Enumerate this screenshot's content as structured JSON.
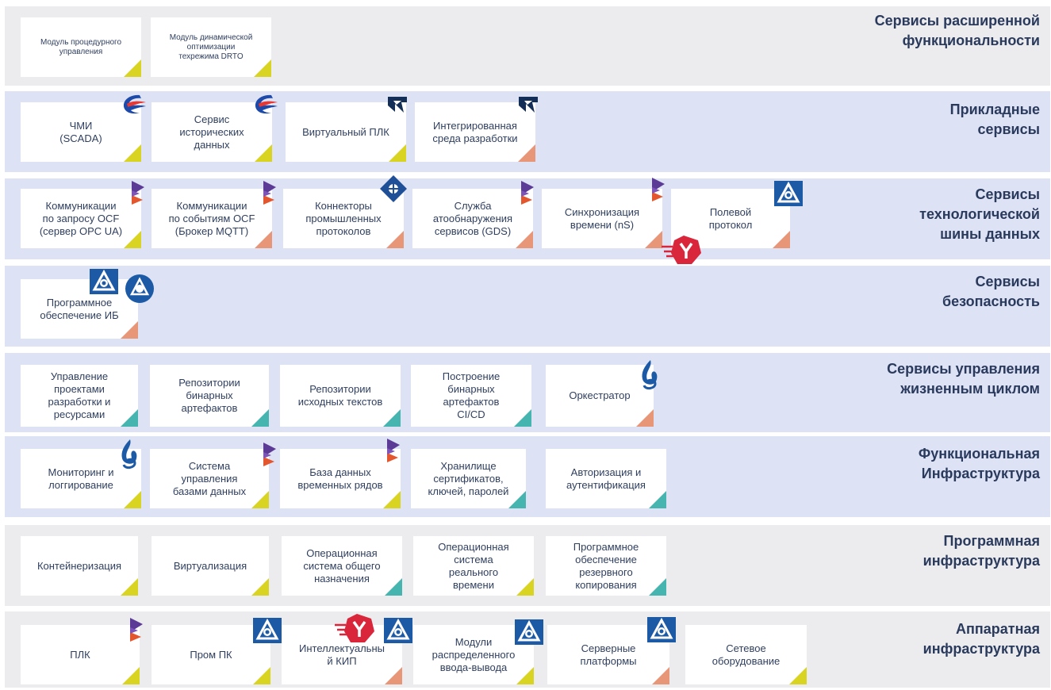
{
  "colors": {
    "accent_yellow": "#d9d321",
    "accent_salmon": "#e79678",
    "accent_teal": "#46b5b0",
    "band_grey": "#ececee",
    "band_blue": "#dde2f5",
    "title_text": "#2a3a5c"
  },
  "layers": [
    {
      "title": "Сервисы расширенной\nфункциональности",
      "cards": [
        {
          "label": "Модуль процедурного\nуправления",
          "accent": "yellow"
        },
        {
          "label": "Модуль динамической\nоптимизации\nтехрежима DRTO",
          "accent": "yellow"
        }
      ]
    },
    {
      "title": "Прикладные\nсервисы",
      "cards": [
        {
          "label": "ЧМИ\n(SCADA)",
          "accent": "yellow",
          "logos": [
            "swirl-logo"
          ]
        },
        {
          "label": "Сервис\nисторических\nданных",
          "accent": "yellow",
          "logos": [
            "swirl-logo"
          ]
        },
        {
          "label": "Виртуальный ПЛК",
          "accent": "yellow",
          "logos": [
            "wing-logo"
          ]
        },
        {
          "label": "Интегрированная\nсреда разработки",
          "accent": "salmon",
          "logos": [
            "wing-logo"
          ]
        }
      ]
    },
    {
      "title": "Сервисы\nтехнологической\nшины данных",
      "cards": [
        {
          "label": "Коммуникации\nпо запросу OCF\n(сервер OPC UA)",
          "accent": "yellow",
          "logos": [
            "flag-logo"
          ]
        },
        {
          "label": "Коммуникации\nпо событиям OCF\n(Брокер MQTT)",
          "accent": "salmon",
          "logos": [
            "flag-logo"
          ]
        },
        {
          "label": "Коннекторы\nпромышленных\nпротоколов",
          "accent": "salmon",
          "logos": [
            "diamond-logo"
          ]
        },
        {
          "label": "Служба\nатообнаружения\nсервисов (GDS)",
          "accent": "salmon",
          "logos": [
            "flag-logo"
          ]
        },
        {
          "label": "Синхронизация\nвремени (nS)",
          "accent": "salmon",
          "logos": [
            "flag-logo",
            "red-bird-logo"
          ]
        },
        {
          "label": "Полевой\nпротокол",
          "accent": "salmon",
          "logos": [
            "atom-logo"
          ]
        }
      ]
    },
    {
      "title": "Сервисы\nбезопасность",
      "cards": [
        {
          "label": "Программное\nобеспечение ИБ",
          "accent": "salmon",
          "logos": [
            "atom-logo",
            "rosatom-logo"
          ]
        }
      ]
    },
    {
      "title": "Сервисы управления\nжизненным циклом",
      "cards": [
        {
          "label": "Управление\nпроектами\nразработки и\nресурсами",
          "accent": "teal"
        },
        {
          "label": "Репозитории\nбинарных\nартефактов",
          "accent": "teal"
        },
        {
          "label": "Репозитории\nисходных текстов",
          "accent": "teal"
        },
        {
          "label": "Построение\nбинарных\nартефактов\nCI/CD",
          "accent": "teal"
        },
        {
          "label": "Оркестратор",
          "accent": "salmon",
          "logos": [
            "flame-logo"
          ]
        }
      ]
    },
    {
      "title": "Функциональная\nИнфраструктура",
      "cards": [
        {
          "label": "Мониторинг и\nлоггирование",
          "accent": "yellow",
          "logos": [
            "flame-logo"
          ]
        },
        {
          "label": "Система\nуправления\nбазами данных",
          "accent": "yellow",
          "logos": [
            "flag-logo"
          ]
        },
        {
          "label": "База данных\nвременных рядов",
          "accent": "yellow",
          "logos": [
            "flag-logo"
          ]
        },
        {
          "label": "Хранилище\nсертификатов,\nключей, паролей",
          "accent": "teal"
        },
        {
          "label": "Авторизация и\nаутентификация",
          "accent": "teal"
        }
      ]
    },
    {
      "title": "Программная\nинфраструктура",
      "cards": [
        {
          "label": "Контейнеризация",
          "accent": "yellow"
        },
        {
          "label": "Виртуализация",
          "accent": "yellow"
        },
        {
          "label": "Операционная\nсистема общего\nназначения",
          "accent": "teal"
        },
        {
          "label": "Операционная\nсистема\nреального\nвремени",
          "accent": "yellow"
        },
        {
          "label": "Программное\nобеспечение\nрезервного\nкопирования",
          "accent": "teal"
        }
      ]
    },
    {
      "title": "Аппаратная\nинфраструктура",
      "cards": [
        {
          "label": "ПЛК",
          "accent": "yellow",
          "logos": [
            "flag-logo"
          ]
        },
        {
          "label": "Пром ПК",
          "accent": "yellow",
          "logos": [
            "atom-logo"
          ]
        },
        {
          "label": "Интеллектуальны\nй КИП",
          "accent": "salmon",
          "logos": [
            "red-bird-logo",
            "atom-logo"
          ]
        },
        {
          "label": "Модули\nраспределенного\nввода-вывода",
          "accent": "yellow",
          "logos": [
            "atom-logo"
          ]
        },
        {
          "label": "Серверные\nплатформы",
          "accent": "salmon",
          "logos": [
            "atom-logo"
          ]
        },
        {
          "label": "Сетевое\nоборудование",
          "accent": "yellow"
        }
      ]
    }
  ]
}
